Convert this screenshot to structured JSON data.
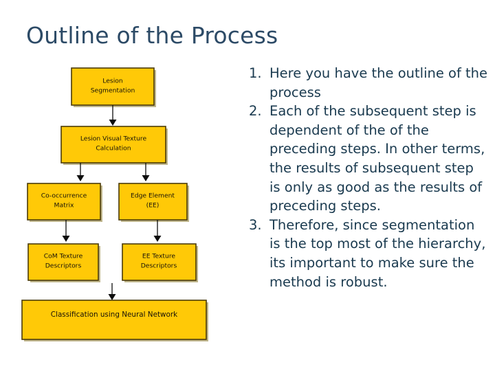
{
  "slide": {
    "title": "Outline of the Process",
    "title_color": "#2C4A66",
    "body_color": "#1A3A4F",
    "background_color": "#FFFFFF"
  },
  "flowchart": {
    "box_fill_color": "#FFC907",
    "box_border_color": "#4A3A06",
    "connector_color": "#0D0D0D",
    "boxes": [
      {
        "id": "lesion-segmentation",
        "line1": "Lesion",
        "line2": "Segmentation"
      },
      {
        "id": "lesion-visual-texture-calculation",
        "line1": "Lesion Visual Texture",
        "line2": "Calculation"
      },
      {
        "id": "co-occurrence-matrix",
        "line1": "Co-occurrence",
        "line2": "Matrix"
      },
      {
        "id": "edge-element",
        "line1": "Edge Element",
        "line2": "(EE)"
      },
      {
        "id": "com-texture-descriptors",
        "line1": "CoM Texture",
        "line2": "Descriptors"
      },
      {
        "id": "ee-texture-descriptors",
        "line1": "EE Texture",
        "line2": "Descriptors"
      },
      {
        "id": "classification-neural-network",
        "line1": "Classification using Neural Network",
        "line2": ""
      }
    ]
  },
  "bullets": [
    {
      "number": "1.",
      "text": "Here you have the outline of the process"
    },
    {
      "number": "2.",
      "text": "Each of the subsequent step is dependent of the of the preceding steps. In other terms, the results of subsequent step is only as good as the results of preceding steps."
    },
    {
      "number": "3.",
      "text": "Therefore, since segmentation is the top most of the hierarchy, its important to make sure the method is robust."
    }
  ]
}
